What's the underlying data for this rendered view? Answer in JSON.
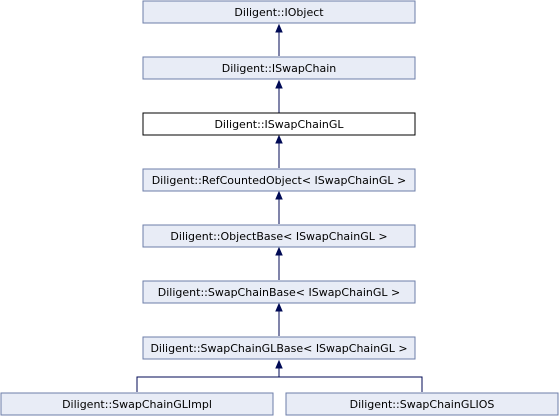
{
  "diagram": {
    "nodes": [
      {
        "id": "iobject",
        "label": "Diligent::IObject"
      },
      {
        "id": "iswapchain",
        "label": "Diligent::ISwapChain"
      },
      {
        "id": "iswapchaingl",
        "label": "Diligent::ISwapChainGL"
      },
      {
        "id": "refcountedobject",
        "label": "Diligent::RefCountedObject< ISwapChainGL >"
      },
      {
        "id": "objectbase",
        "label": "Diligent::ObjectBase< ISwapChainGL >"
      },
      {
        "id": "swapchainbase",
        "label": "Diligent::SwapChainBase< ISwapChainGL >"
      },
      {
        "id": "swapchainglbase",
        "label": "Diligent::SwapChainGLBase< ISwapChainGL >"
      },
      {
        "id": "swapchainglimpl",
        "label": "Diligent::SwapChainGLImpl"
      },
      {
        "id": "swapchainglios",
        "label": "Diligent::SwapChainGLIOS"
      }
    ],
    "edges": [
      {
        "from": "iswapchain",
        "to": "iobject"
      },
      {
        "from": "iswapchaingl",
        "to": "iswapchain"
      },
      {
        "from": "refcountedobject",
        "to": "iswapchaingl"
      },
      {
        "from": "objectbase",
        "to": "refcountedobject"
      },
      {
        "from": "swapchainbase",
        "to": "objectbase"
      },
      {
        "from": "swapchainglbase",
        "to": "swapchainbase"
      },
      {
        "from": "swapchainglimpl",
        "to": "swapchainglbase"
      },
      {
        "from": "swapchainglios",
        "to": "swapchainglbase"
      }
    ],
    "current_node": "iswapchaingl",
    "colors": {
      "node_fill": "#e8ecf6",
      "node_border": "#6d7ea8",
      "current_fill": "#ffffff",
      "current_border": "#000000",
      "edge": "#000a55"
    }
  }
}
